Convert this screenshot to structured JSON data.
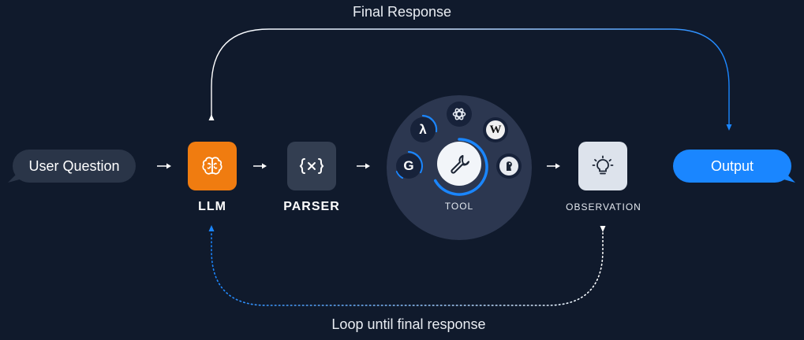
{
  "title": "Final Response",
  "loop_label": "Loop until final response",
  "input": {
    "label": "User Question"
  },
  "output": {
    "label": "Output"
  },
  "nodes": {
    "llm": {
      "label": "LLM",
      "icon": "brain-icon",
      "color": "#f07c10"
    },
    "parser": {
      "label": "PARSER",
      "icon": "curly-x-icon"
    },
    "tool": {
      "label": "TOOL",
      "icon": "wrench-icon",
      "sub_tools": [
        {
          "icon": "lambda-icon",
          "glyph": "λ"
        },
        {
          "icon": "openai-icon"
        },
        {
          "icon": "wikipedia-icon",
          "glyph": "W"
        },
        {
          "icon": "google-icon",
          "glyph": "G"
        },
        {
          "icon": "duckduckgo-icon"
        }
      ]
    },
    "observation": {
      "label": "OBSERVATION",
      "icon": "lightbulb-icon"
    }
  },
  "colors": {
    "background": "#101a2c",
    "accent_blue": "#1a86ff",
    "llm_orange": "#f07c10"
  }
}
